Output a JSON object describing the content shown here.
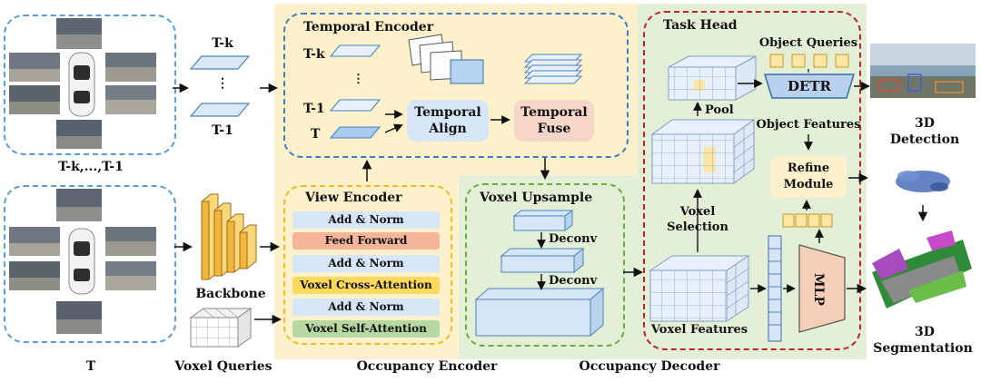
{
  "inputs": {
    "history_label": "T-k,...,T-1",
    "current_label": "T",
    "stack_top": "T-k",
    "stack_dots": "⋮",
    "stack_bottom": "T-1"
  },
  "backbone": {
    "label": "Backbone"
  },
  "voxel_queries": {
    "label": "Voxel Queries"
  },
  "temporal_encoder": {
    "title": "Temporal Encoder",
    "row_tk": "T-k",
    "row_dots": "⋮",
    "row_t1": "T-1",
    "row_t": "T",
    "align_line1": "Temporal",
    "align_line2": "Align",
    "fuse_line1": "Temporal",
    "fuse_line2": "Fuse"
  },
  "view_encoder": {
    "title": "View Encoder",
    "layers": [
      "Add & Norm",
      "Feed Forward",
      "Add & Norm",
      "Voxel Cross-Attention",
      "Add & Norm",
      "Voxel Self-Attention"
    ]
  },
  "occupancy_encoder": {
    "label": "Occupancy Encoder"
  },
  "voxel_upsample": {
    "title": "Voxel Upsample",
    "deconv1": "Deconv",
    "deconv2": "Deconv"
  },
  "occupancy_decoder": {
    "label": "Occupancy Decoder"
  },
  "task_head": {
    "title": "Task Head",
    "pool": "Pool",
    "voxel_selection_line1": "Voxel",
    "voxel_selection_line2": "Selection",
    "voxel_features": "Voxel Features",
    "object_queries": "Object Queries",
    "detr": "DETR",
    "object_features": "Object Features",
    "refine_line1": "Refine",
    "refine_line2": "Module",
    "mlp": "MLP"
  },
  "outputs": {
    "detection_line1": "3D",
    "detection_line2": "Detection",
    "segmentation_line1": "3D",
    "segmentation_line2": "Segmentation"
  },
  "colors": {
    "blue_dash": "#5a9bd8",
    "yellow_bg": "#fdf1cc",
    "green_bg": "#e3efd6",
    "red_dash": "#c0242b",
    "layer_blue": "#d6e6f6",
    "layer_orange": "#f4b59a",
    "layer_yellow": "#fdd95c",
    "layer_green": "#b7d8a0"
  }
}
